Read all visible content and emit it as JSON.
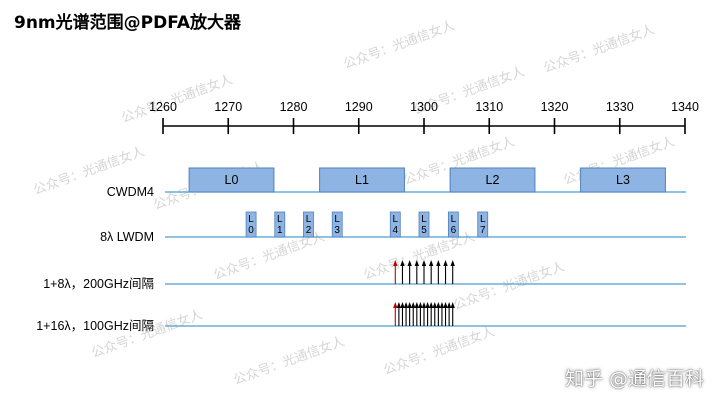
{
  "title": "9nm光谱范围@PDFA放大器",
  "watermark": "公众号：光通信女人",
  "brand_watermark": "知乎 @通信百科",
  "colors": {
    "axis": "#000000",
    "row_line": "#4c9fd0",
    "band_fill": "#8db4e2",
    "band_stroke": "#4f81bd",
    "first_arrow": "#c00000",
    "arrow": "#000000"
  },
  "chart_data": {
    "type": "diagram",
    "axis": {
      "ticks": [
        1260,
        1270,
        1280,
        1290,
        1300,
        1310,
        1320,
        1330,
        1340
      ],
      "range": [
        1260,
        1340
      ]
    },
    "rows": [
      {
        "label": "CWDM4",
        "kind": "bands",
        "bands": [
          {
            "label": "L0",
            "start": 1264,
            "end": 1277
          },
          {
            "label": "L1",
            "start": 1284,
            "end": 1297
          },
          {
            "label": "L2",
            "start": 1304,
            "end": 1317
          },
          {
            "label": "L3",
            "start": 1324,
            "end": 1337
          }
        ]
      },
      {
        "label": "8λ LWDM",
        "kind": "lanes",
        "lanes": [
          {
            "label": "L\n0",
            "center": 1273.5
          },
          {
            "label": "L\n1",
            "center": 1277.9
          },
          {
            "label": "L\n2",
            "center": 1282.3
          },
          {
            "label": "L\n3",
            "center": 1286.7
          },
          {
            "label": "L\n4",
            "center": 1295.6
          },
          {
            "label": "L\n5",
            "center": 1300.0
          },
          {
            "label": "L\n6",
            "center": 1304.5
          },
          {
            "label": "L\n7",
            "center": 1309.0
          }
        ]
      },
      {
        "label": "1+8λ，200GHz间隔",
        "kind": "arrows",
        "start": 1295.6,
        "count": 9,
        "spacing": 1.1
      },
      {
        "label": "1+16λ，100GHz间隔",
        "kind": "arrows",
        "start": 1295.6,
        "count": 17,
        "spacing": 0.55
      }
    ]
  }
}
